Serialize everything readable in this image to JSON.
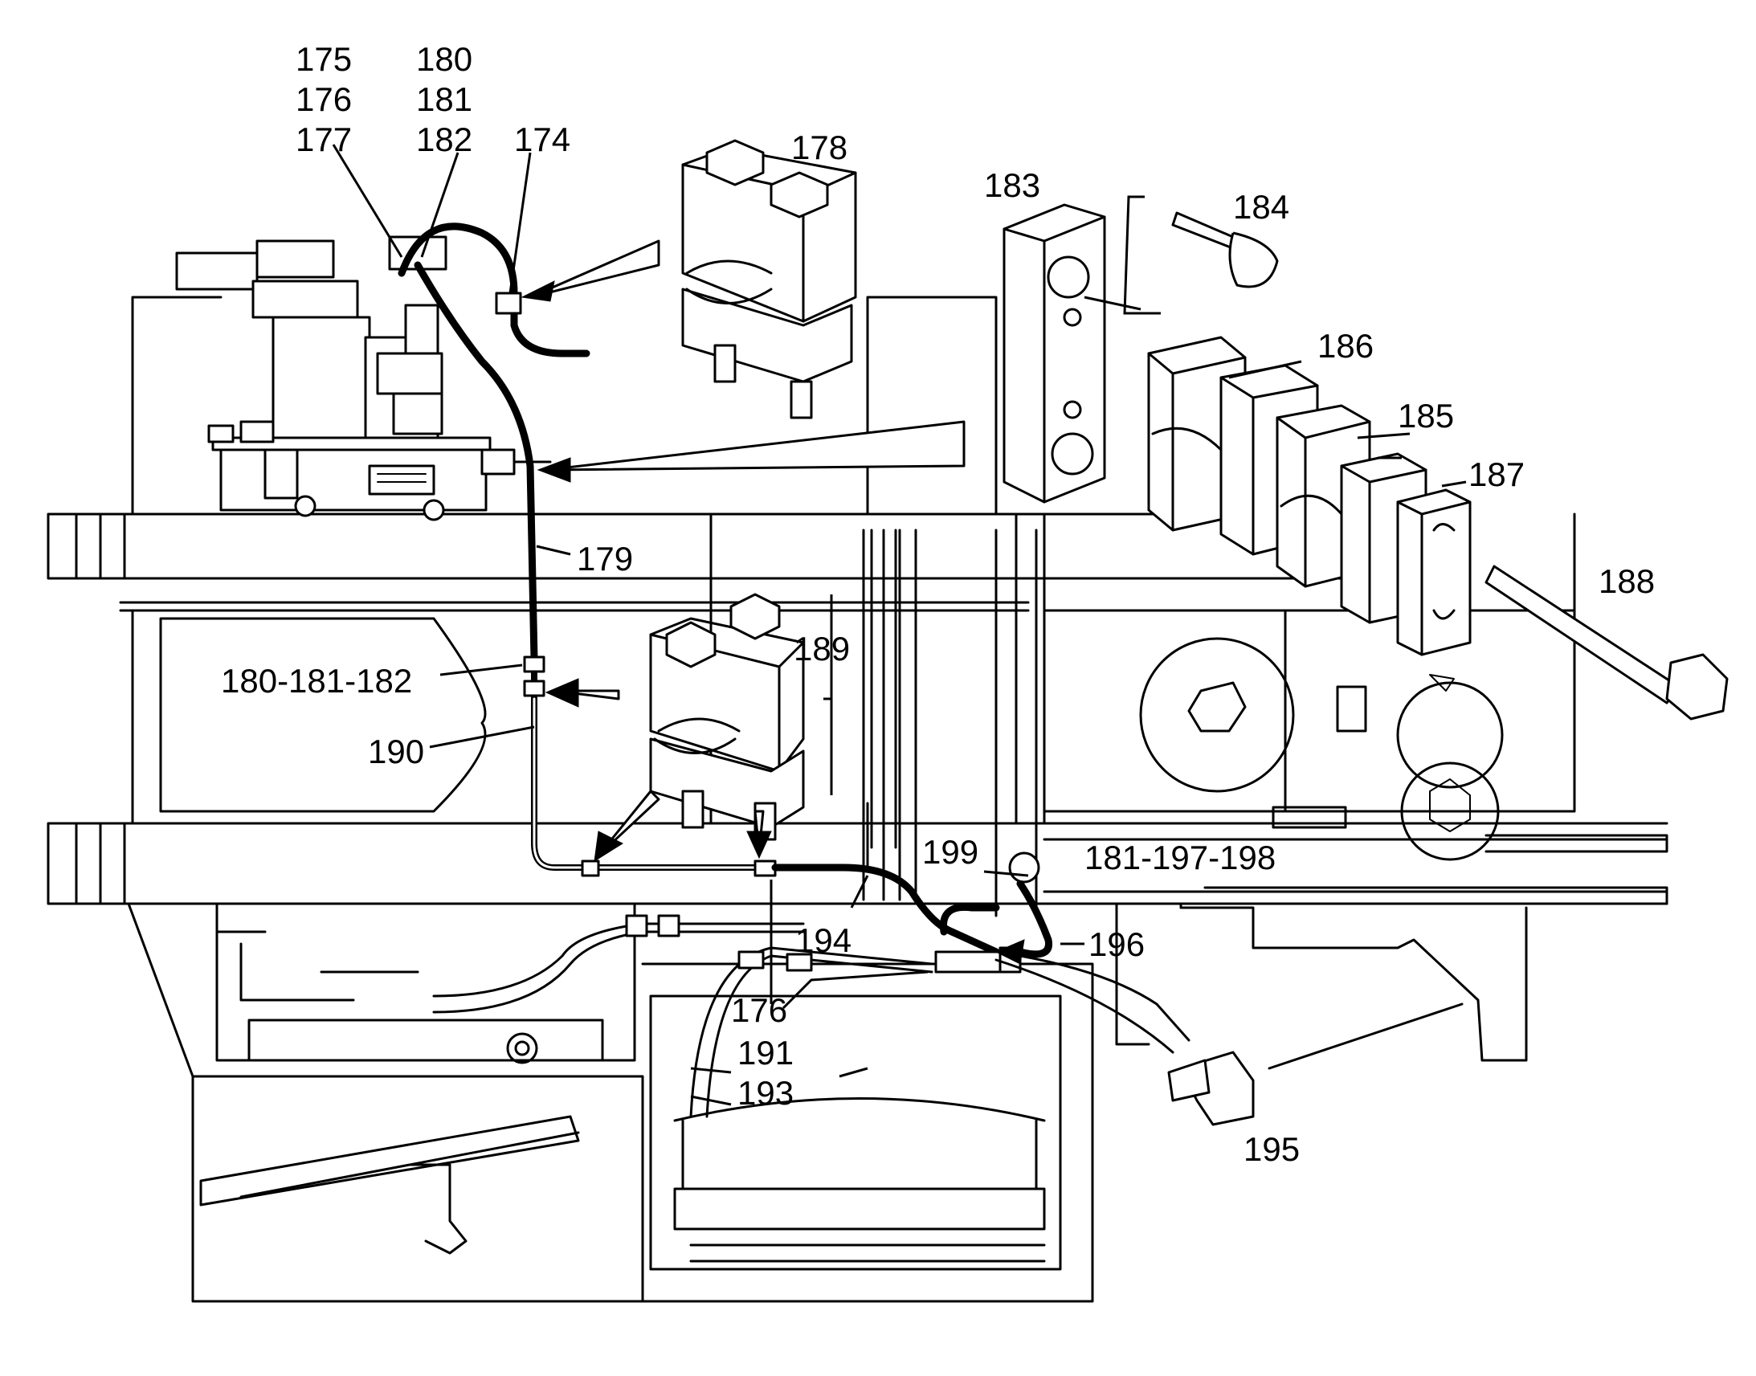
{
  "callouts": {
    "c175": "175",
    "c176a": "176",
    "c177": "177",
    "c180a": "180",
    "c181a": "181",
    "c182a": "182",
    "c174": "174",
    "c178": "178",
    "c183": "183",
    "c184": "184",
    "c186": "186",
    "c185": "185",
    "c187": "187",
    "c188": "188",
    "c179": "179",
    "c189": "189",
    "c180_181_182": "180-181-182",
    "c190": "190",
    "c199": "199",
    "c181_197_198": "181-197-198",
    "c194": "194",
    "c196": "196",
    "c176b": "176",
    "c191": "191",
    "c193": "193",
    "c195": "195"
  }
}
